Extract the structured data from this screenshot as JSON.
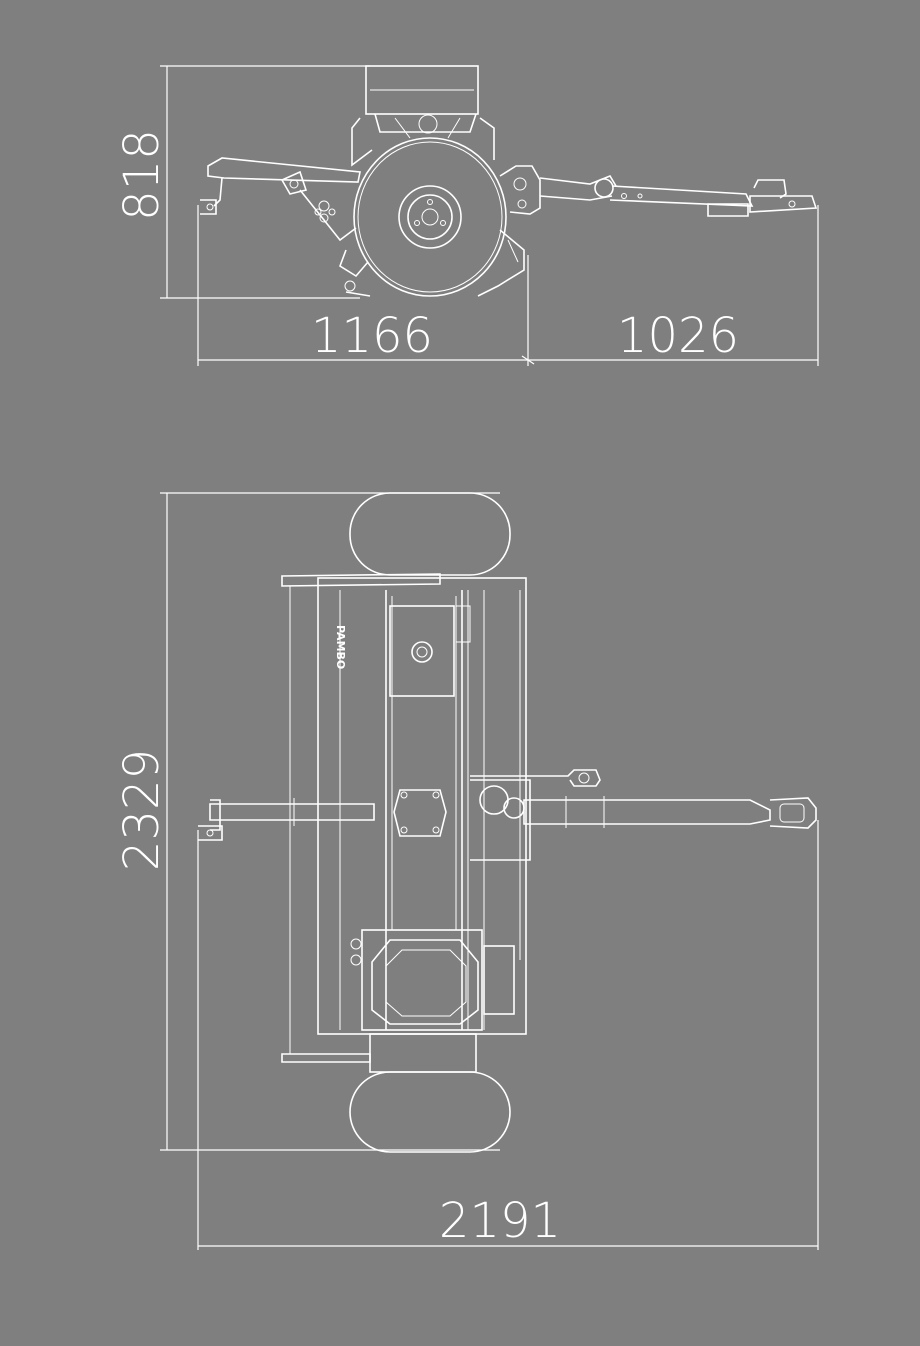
{
  "side_view": {
    "height_label": "818",
    "rear_length_label": "1166",
    "front_length_label": "1026"
  },
  "top_view": {
    "width_label": "2329",
    "length_label": "2191",
    "brand_text": "PAMBO"
  },
  "colors": {
    "background": "#7f7f7f",
    "lines": "#ffffff"
  }
}
